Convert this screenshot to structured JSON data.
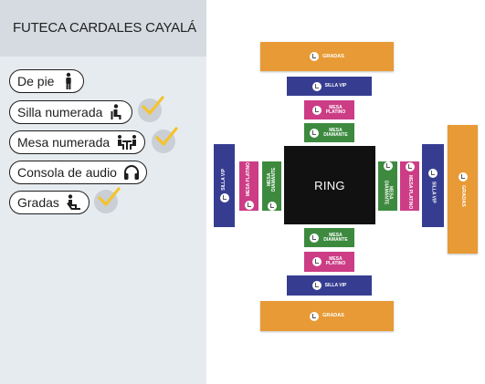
{
  "venue": {
    "title": "FUTECA CARDALES CAYALÁ"
  },
  "legend": [
    {
      "label": "De pie",
      "icon": "standing-person-icon",
      "selected": false
    },
    {
      "label": "Silla numerada",
      "icon": "seated-person-icon",
      "selected": true
    },
    {
      "label": "Mesa numerada",
      "icon": "table-seating-icon",
      "selected": true
    },
    {
      "label": "Consola de audio",
      "icon": "headphones-icon",
      "selected": false
    },
    {
      "label": "Gradas",
      "icon": "bleacher-seat-icon",
      "selected": true
    }
  ],
  "colors": {
    "gradas": "#e79a35",
    "silla_vip": "#363d91",
    "mesa_platino": "#cc3d86",
    "mesa_diamante": "#3d8a3f",
    "ring": "#111111",
    "check": "#f5c32c"
  },
  "map": {
    "ring": "RING",
    "gradas": "GRADAS",
    "silla_vip": "SILLA VIP",
    "mesa_platino": "MESA PLATINO",
    "mesa_diamante": "MESA DIAMANTE"
  }
}
